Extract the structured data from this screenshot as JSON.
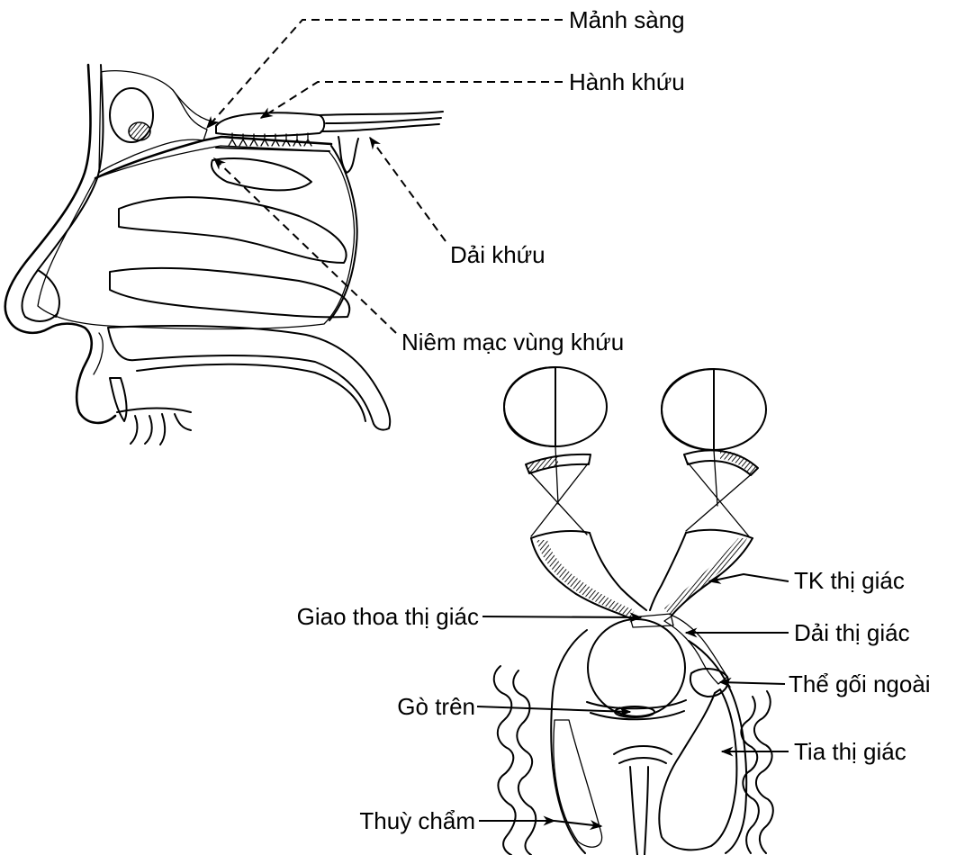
{
  "colors": {
    "ink": "#000000",
    "background": "#ffffff"
  },
  "olfactory_diagram": {
    "labels": {
      "cribriform_plate": "Mảnh sàng",
      "olfactory_bulb": "Hành khứu",
      "olfactory_tract": "Dải khứu",
      "olfactory_mucosa": "Niêm mạc vùng khứu"
    }
  },
  "visual_pathway_diagram": {
    "labels": {
      "optic_nerve": "TK thị giác",
      "optic_chiasm": "Giao thoa thị giác",
      "optic_tract": "Dải thị giác",
      "lateral_geniculate_body": "Thể gối ngoài",
      "superior_colliculus": "Gò trên",
      "optic_radiation": "Tia thị giác",
      "occipital_lobe": "Thuỳ chẩm"
    }
  }
}
